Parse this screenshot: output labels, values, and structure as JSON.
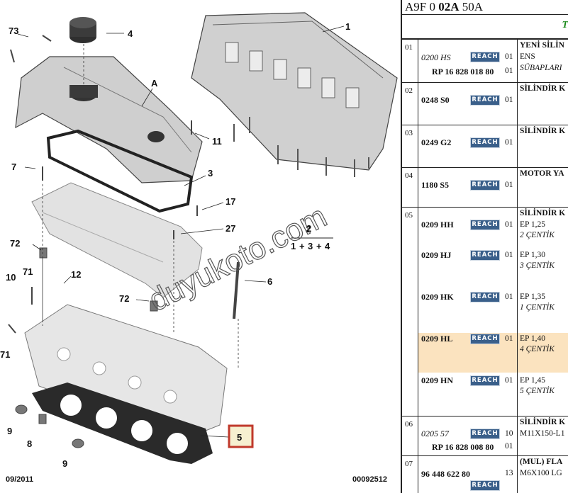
{
  "diagram": {
    "callouts": [
      "73",
      "4",
      "1",
      "A",
      "11",
      "7",
      "3",
      "17",
      "27",
      "72",
      "2",
      "6",
      "71",
      "10",
      "12",
      "72",
      "71",
      "9",
      "8",
      "9",
      "5"
    ],
    "lineup_formula": [
      "2",
      "1",
      "3",
      "4"
    ],
    "footer_left": "09/2011",
    "footer_right": "00092512",
    "highlighted_callout": "5",
    "watermark": "duyukoto.com",
    "colors": {
      "highlight_box": "#c0392b"
    }
  },
  "table": {
    "reference": {
      "prefix": "A9F 0 ",
      "bold": "02A",
      "suffix": " 50A"
    },
    "subheader_text": "T",
    "reach_label": "REACH",
    "highlight_color": "#fbe3bf",
    "rows": [
      {
        "index": "01",
        "entries": [
          {
            "part": "0200 HS",
            "part_style": "italic",
            "qty": "01",
            "desc": [
              "YENİ SİLİN",
              "ENS",
              "SÜBAPLARI"
            ]
          },
          {
            "part": "RP 16 828 018 80",
            "part_style": "bold",
            "qty": "01"
          }
        ]
      },
      {
        "index": "02",
        "entries": [
          {
            "part": "0248 S0",
            "qty": "01",
            "desc": [
              "SİLİNDİR K"
            ]
          }
        ]
      },
      {
        "index": "03",
        "entries": [
          {
            "part": "0249 G2",
            "qty": "01",
            "desc": [
              "SİLİNDİR K"
            ]
          }
        ]
      },
      {
        "index": "04",
        "entries": [
          {
            "part": "1180 S5",
            "qty": "01",
            "desc": [
              "MOTOR YA"
            ]
          }
        ]
      },
      {
        "index": "05",
        "header_desc": "SİLİNDİR K",
        "entries": [
          {
            "part": "0209 HH",
            "qty": "01",
            "desc": [
              "EP 1,25",
              "2 ÇENTİK"
            ]
          },
          {
            "part": "0209 HJ",
            "qty": "01",
            "desc": [
              "EP 1,30",
              "3 ÇENTİK"
            ]
          },
          {
            "part": "0209 HK",
            "qty": "01",
            "desc": [
              "EP 1,35",
              "1 ÇENTİK"
            ]
          },
          {
            "part": "0209 HL",
            "qty": "01",
            "desc": [
              "EP 1,40",
              "4 ÇENTİK"
            ],
            "highlighted": true
          },
          {
            "part": "0209 HN",
            "qty": "01",
            "desc": [
              "EP 1,45",
              "5 ÇENTİK"
            ]
          }
        ]
      },
      {
        "index": "06",
        "entries": [
          {
            "part": "0205 57",
            "part_style": "italic",
            "qty": "10",
            "desc": [
              "SİLİNDİR K",
              "M11X150-L1"
            ]
          },
          {
            "part": "RP 16 828 008 80",
            "part_style": "bold",
            "qty": "01"
          }
        ]
      },
      {
        "index": "07",
        "entries": [
          {
            "part": "96 448 622 80",
            "qty": "13",
            "desc": [
              "(MUL) FLA",
              "M6X100 LG"
            ]
          }
        ]
      }
    ]
  }
}
